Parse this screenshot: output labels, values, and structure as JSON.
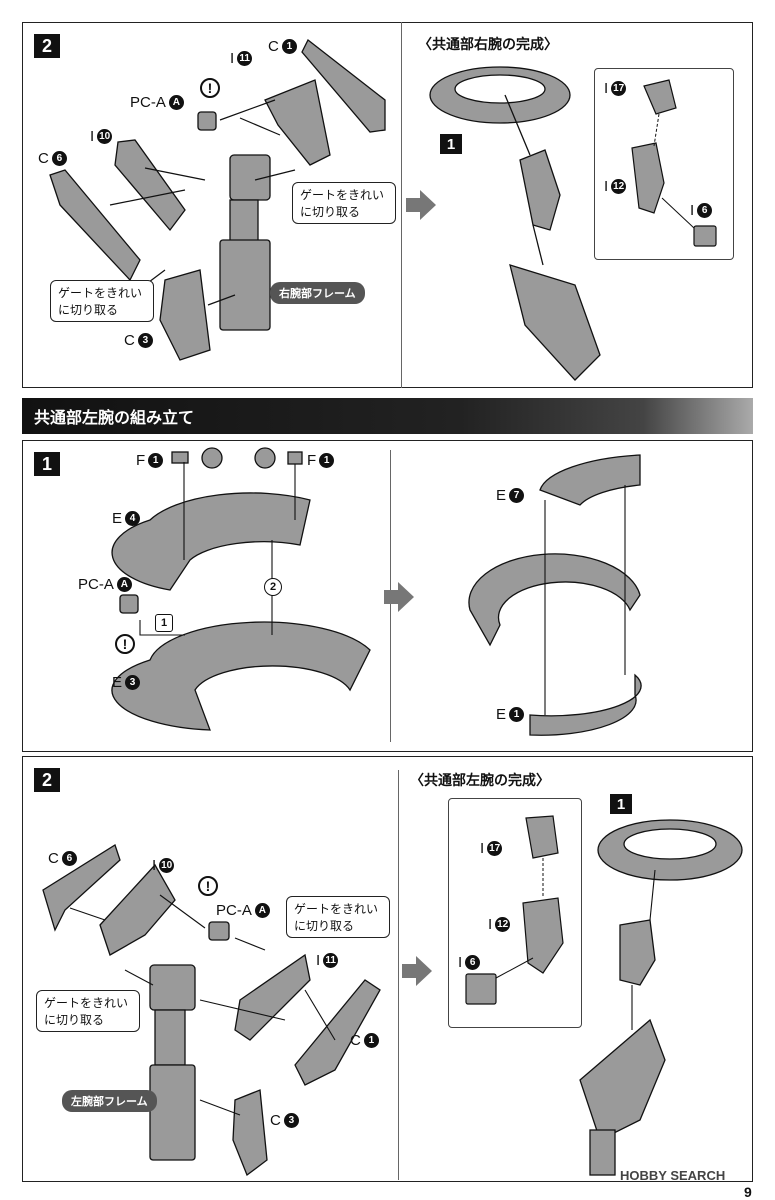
{
  "sections": {
    "right_step2": {
      "step": "2",
      "completion_title": "〈共通部右腕の完成〉",
      "completion_step": "1",
      "labels": {
        "c1": {
          "letter": "C",
          "num": "1"
        },
        "i11": {
          "letter": "I",
          "num": "11"
        },
        "pca": {
          "letter": "PC-A",
          "num": "A"
        },
        "i10": {
          "letter": "I",
          "num": "10"
        },
        "c6": {
          "letter": "C",
          "num": "6"
        },
        "c3": {
          "letter": "C",
          "num": "3"
        },
        "i17": {
          "letter": "I",
          "num": "17"
        },
        "i12": {
          "letter": "I",
          "num": "12"
        },
        "i6": {
          "letter": "I",
          "num": "6"
        }
      },
      "callout_a_line1": "ゲートをきれい",
      "callout_a_line2": "に切り取る",
      "callout_b_line1": "ゲートをきれい",
      "callout_b_line2": "に切り取る",
      "frame_label": "右腕部フレーム",
      "excl": "!"
    },
    "banner": "共通部左腕の組み立て",
    "left_step1": {
      "step": "1",
      "labels": {
        "f1a": {
          "letter": "F",
          "num": "1"
        },
        "f1b": {
          "letter": "F",
          "num": "1"
        },
        "e4": {
          "letter": "E",
          "num": "4"
        },
        "pca": {
          "letter": "PC-A",
          "num": "A"
        },
        "e3": {
          "letter": "E",
          "num": "3"
        },
        "e7": {
          "letter": "E",
          "num": "7"
        },
        "e1": {
          "letter": "E",
          "num": "1"
        }
      },
      "order1": "1",
      "order2": "2",
      "excl": "!"
    },
    "left_step2": {
      "step": "2",
      "completion_title": "〈共通部左腕の完成〉",
      "completion_step": "1",
      "labels": {
        "c6": {
          "letter": "C",
          "num": "6"
        },
        "i10": {
          "letter": "I",
          "num": "10"
        },
        "pca": {
          "letter": "PC-A",
          "num": "A"
        },
        "i11": {
          "letter": "I",
          "num": "11"
        },
        "c1": {
          "letter": "C",
          "num": "1"
        },
        "c3": {
          "letter": "C",
          "num": "3"
        },
        "i17": {
          "letter": "I",
          "num": "17"
        },
        "i12": {
          "letter": "I",
          "num": "12"
        },
        "i6": {
          "letter": "I",
          "num": "6"
        }
      },
      "callout_a_line1": "ゲートをきれい",
      "callout_a_line2": "に切り取る",
      "callout_b_line1": "ゲートをきれい",
      "callout_b_line2": "に切り取る",
      "frame_label": "左腕部フレーム",
      "excl": "!"
    }
  },
  "footer": {
    "watermark": "HOBBY SEARCH",
    "page": "9"
  },
  "colors": {
    "ink": "#111111",
    "panel_gray": "#9a9a9a",
    "arrow_gray": "#777777"
  }
}
